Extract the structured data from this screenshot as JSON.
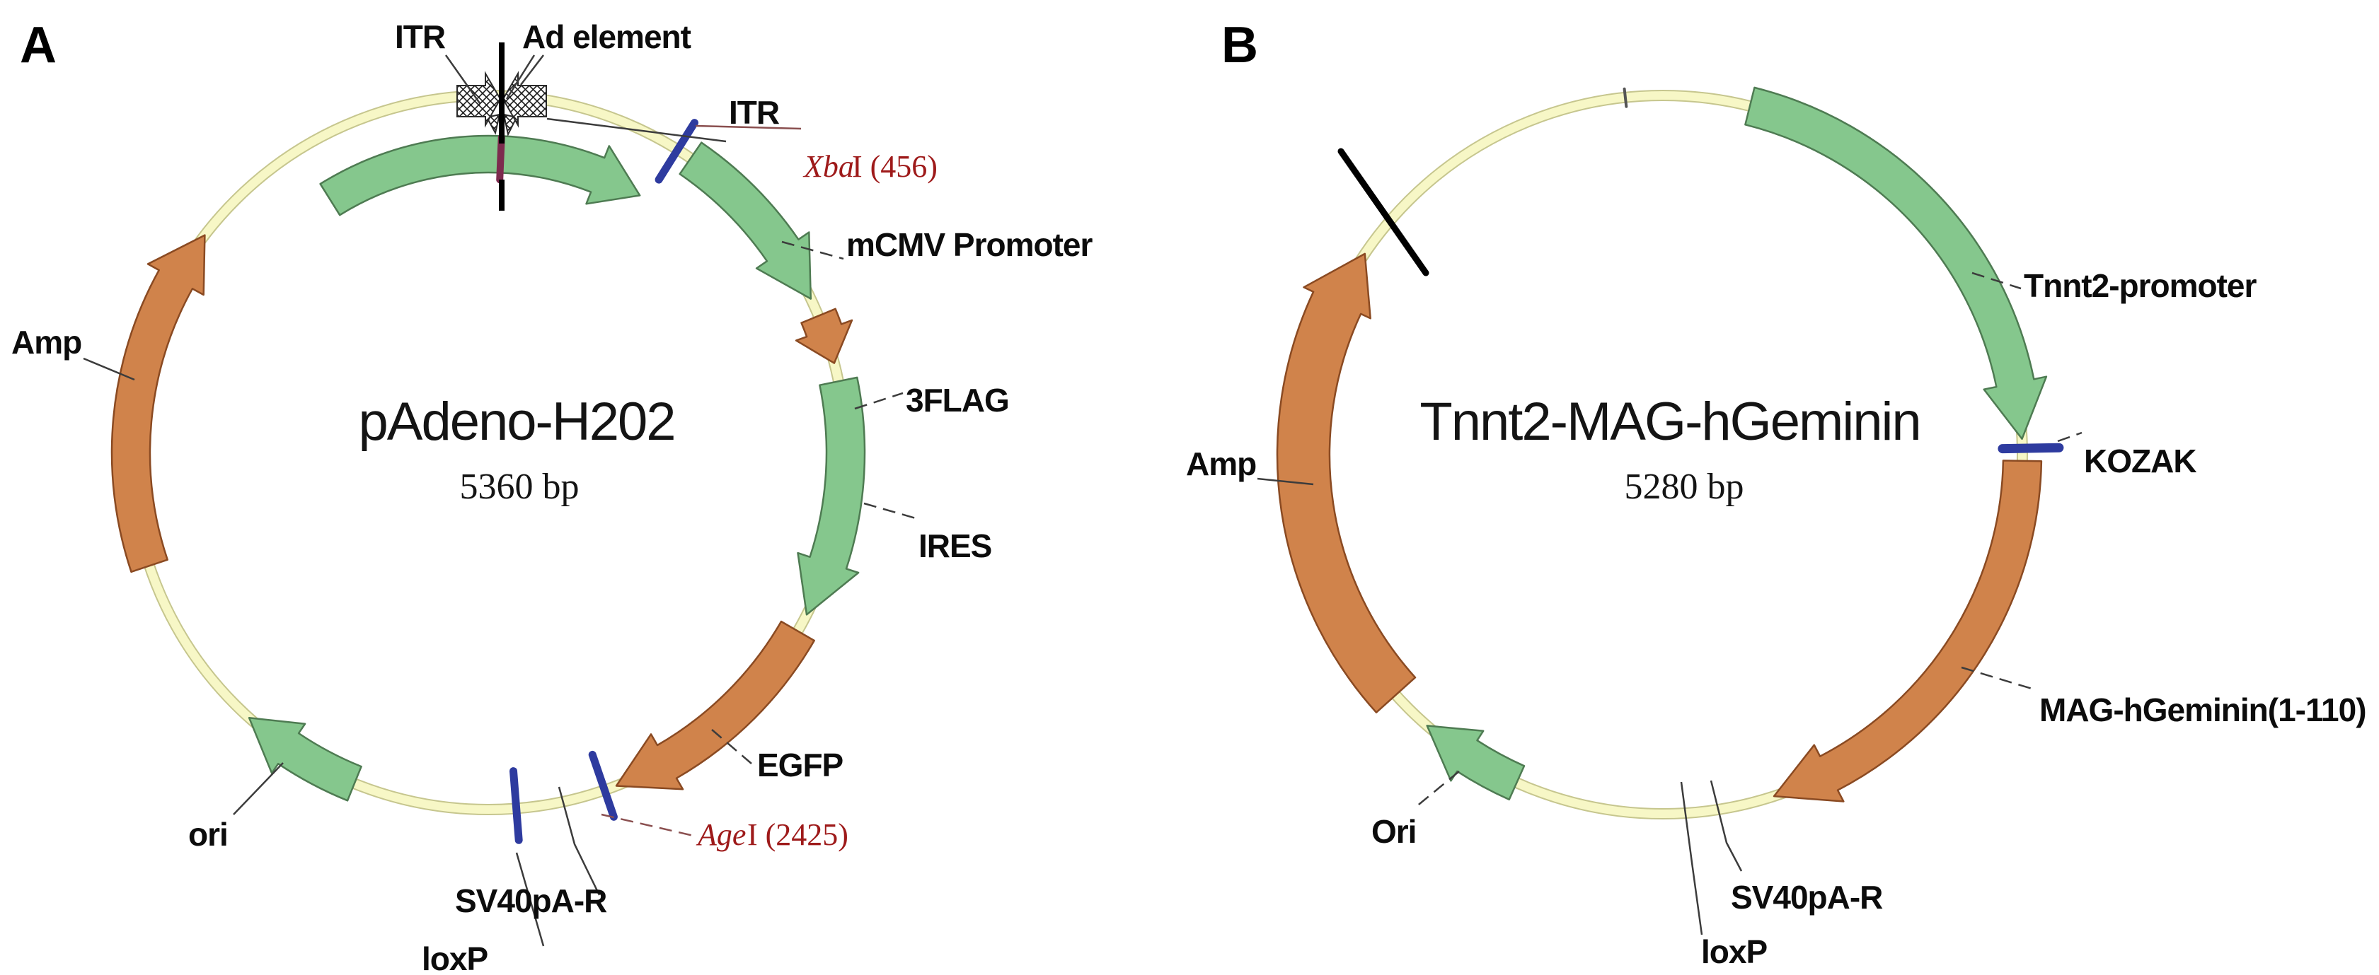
{
  "figure": {
    "panel_a": {
      "letter": "A",
      "title": "pAdeno-H202",
      "size": "5360 bp",
      "labels": {
        "itr_left": "ITR",
        "ad_element": "Ad element",
        "itr_right": "ITR",
        "xba_italic": "Xba",
        "xba_rest": "I (456)",
        "mcmv": "mCMV Promoter",
        "flag": "3FLAG",
        "ires": "IRES",
        "egfp": "EGFP",
        "age_italic": "Age",
        "age_rest": "I (2425)",
        "sv40": "SV40pA-R",
        "loxp": "loxP",
        "ori": "ori",
        "amp": "Amp"
      }
    },
    "panel_b": {
      "letter": "B",
      "title": "Tnnt2-MAG-hGeminin",
      "size": "5280 bp",
      "labels": {
        "tnnt2": "Tnnt2-promoter",
        "kozak": "KOZAK",
        "mag": "MAG-hGeminin(1-110)",
        "sv40": "SV40pA-R",
        "loxp": "loxP",
        "ori": "Ori",
        "amp": "Amp"
      }
    },
    "colors": {
      "backbone_fill": "#F7F7C6",
      "backbone_edge": "#C6C68E",
      "feature_green": "#85C78D",
      "feature_green_edge": "#4E7B52",
      "feature_orange": "#D0834B",
      "feature_orange_edge": "#8A4A22",
      "site_tick_blue": "#2E3B9F",
      "ad_cross_maroon": "#7D2B4E",
      "origin_tick_gray": "#555555",
      "restriction_red": "#9E1A1A"
    }
  }
}
